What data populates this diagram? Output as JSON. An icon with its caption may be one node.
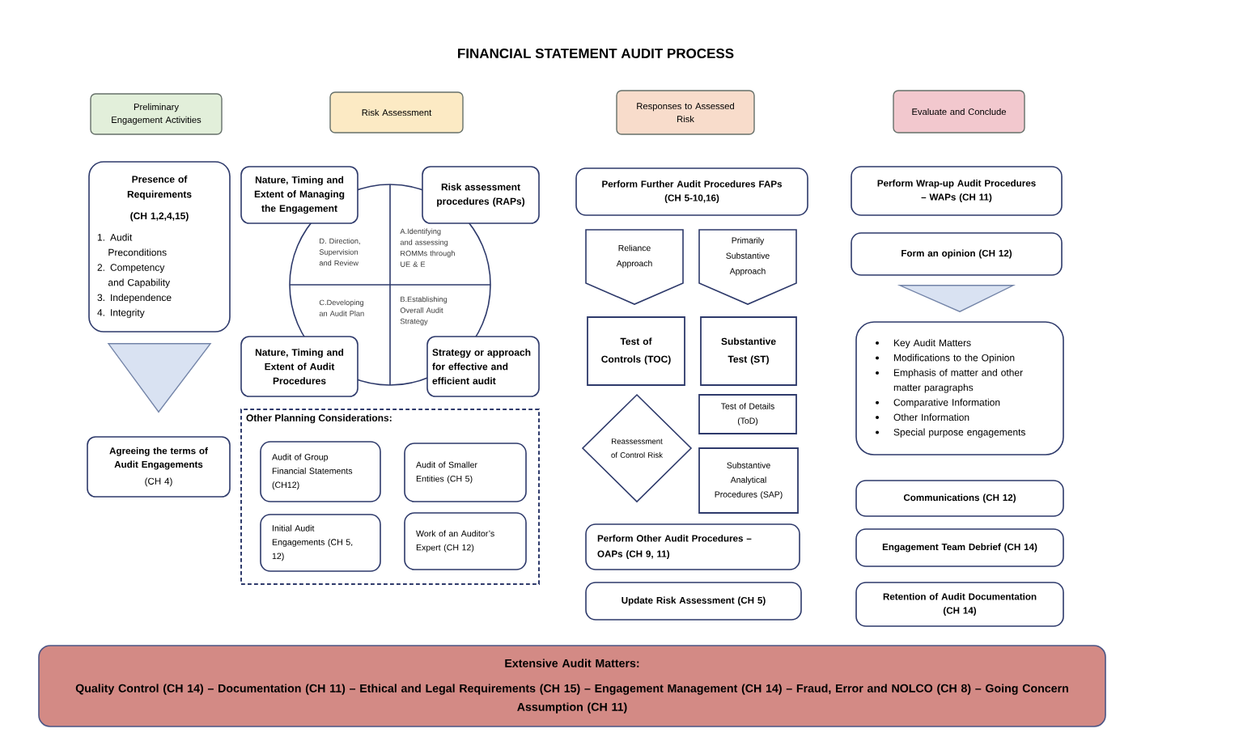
{
  "diagram": {
    "title": "FINANCIAL STATEMENT AUDIT PROCESS",
    "nodes": [
      {
        "text": [
          "Preliminary Engagement Activities"
        ]
      },
      {
        "text": [
          "Presence of Requirements",
          "(CH 1,2,4,15)",
          "1. Audit Preconditions",
          "2. Competency and Capability",
          "3. Independence",
          "4. Integrity"
        ]
      },
      {
        "text": [
          "Agreeing the terms of Audit Engagements",
          "(CH 4)"
        ]
      },
      {
        "text": [
          "Risk Assessment"
        ]
      },
      {
        "text": [
          "Nature, Timing and Extent of Managing the Engagement"
        ]
      },
      {
        "text": [
          "Risk assessment procedures (RAPs)"
        ]
      },
      {
        "text": [
          "D. Direction, Supervision and Review",
          "A.Identifying and assessing ROMMs through UE & E",
          "C.Developing an Audit Plan",
          "B.Establishing Overall Audit Strategy"
        ]
      },
      {
        "text": [
          "Nature, Timing and Extent of Audit Procedures"
        ]
      },
      {
        "text": [
          "Strategy or approach for effective and efficient audit"
        ]
      },
      {
        "text": [
          "Other Planning Considerations:"
        ]
      },
      {
        "text": [
          "Audit of Group Financial Statements (CH12)"
        ],
        "in": 9
      },
      {
        "text": [
          "Audit of Smaller Entities (CH 5)"
        ],
        "in": 9
      },
      {
        "text": [
          "Initial Audit Engagements (CH 5, 12)"
        ],
        "in": 9
      },
      {
        "text": [
          "Work of an Auditor’s Expert (CH 12)"
        ],
        "in": 9
      },
      {
        "text": [
          "Responses to Assessed Risk"
        ]
      },
      {
        "text": [
          "Perform Further Audit Procedures FAPs (CH 5-10,16)"
        ]
      },
      {
        "text": [
          "Reliance Approach"
        ]
      },
      {
        "text": [
          "Primarily Substantive Approach"
        ]
      },
      {
        "text": [
          "Test of Controls (TOC)"
        ]
      },
      {
        "text": [
          "Substantive Test (ST)"
        ]
      },
      {
        "text": [
          "Reassessment of Control Risk"
        ]
      },
      {
        "text": [
          "Test of Details (ToD)"
        ]
      },
      {
        "text": [
          "Substantive Analytical Procedures (SAP)"
        ]
      },
      {
        "text": [
          "Perform Other Audit Procedures – OAPs (CH 9, 11)"
        ]
      },
      {
        "text": [
          "Update Risk Assessment (CH 5)"
        ]
      },
      {
        "text": [
          "Evaluate and Conclude"
        ]
      },
      {
        "text": [
          "Perform Wrap-up Audit Procedures – WAPs (CH 11)"
        ]
      },
      {
        "text": [
          "Form an opinion (CH 12)"
        ]
      },
      {
        "text": [
          "Key Audit Matters",
          "Modifications to the Opinion",
          "Emphasis of matter and other matter paragraphs",
          "Comparative Information",
          "Other Information",
          "Special purpose engagements"
        ]
      },
      {
        "text": [
          "Communications (CH 12)"
        ]
      },
      {
        "text": [
          "Engagement Team Debrief (CH 14)"
        ]
      },
      {
        "text": [
          "Retention of Audit Documentation (CH 14)"
        ]
      },
      {
        "text": [
          "Extensive Audit Matters:",
          "Quality Control (CH 14) – Documentation (CH 11) – Ethical and Legal Requirements (CH 15) – Engagement Management (CH 14) – Fraud, Error and NOLCO (CH 8) – Going Concern Assumption (CH 11)"
        ]
      }
    ],
    "edges": [
      {
        "from": 1,
        "to": 2,
        "arrow": "to"
      },
      {
        "from": 27,
        "to": 28,
        "arrow": "to"
      }
    ]
  }
}
